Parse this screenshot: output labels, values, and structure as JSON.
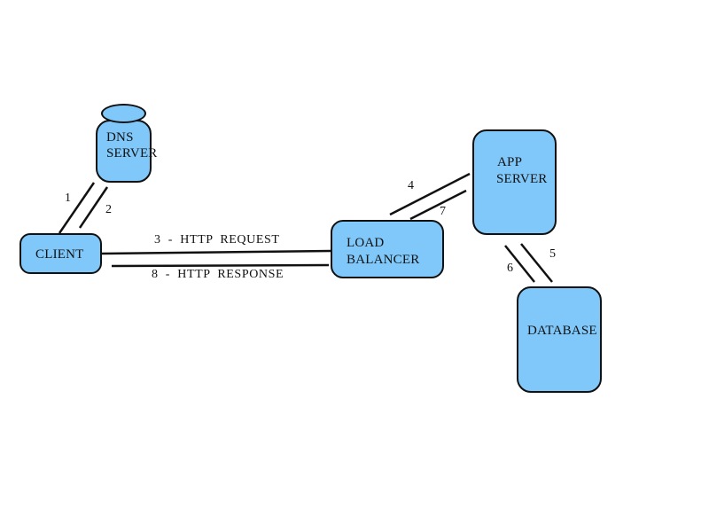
{
  "nodes": {
    "dns": {
      "line1": "DNS",
      "line2": "SERVER"
    },
    "client": {
      "label": "CLIENT"
    },
    "load_balancer": {
      "line1": "LOAD",
      "line2": "BALANCER"
    },
    "app_server": {
      "line1": "APP",
      "line2": "SERVER"
    },
    "database": {
      "label": "DATABASE"
    }
  },
  "edges": {
    "client_to_dns": "1",
    "dns_to_client": "2",
    "http_request": "3  -  HTTP  REQUEST",
    "lb_to_app": "4",
    "app_to_db": "5",
    "db_to_app": "6",
    "app_to_lb": "7",
    "http_response": "8  -  HTTP  RESPONSE"
  },
  "colors": {
    "node_fill": "#80c8fa",
    "stroke": "#111111"
  }
}
